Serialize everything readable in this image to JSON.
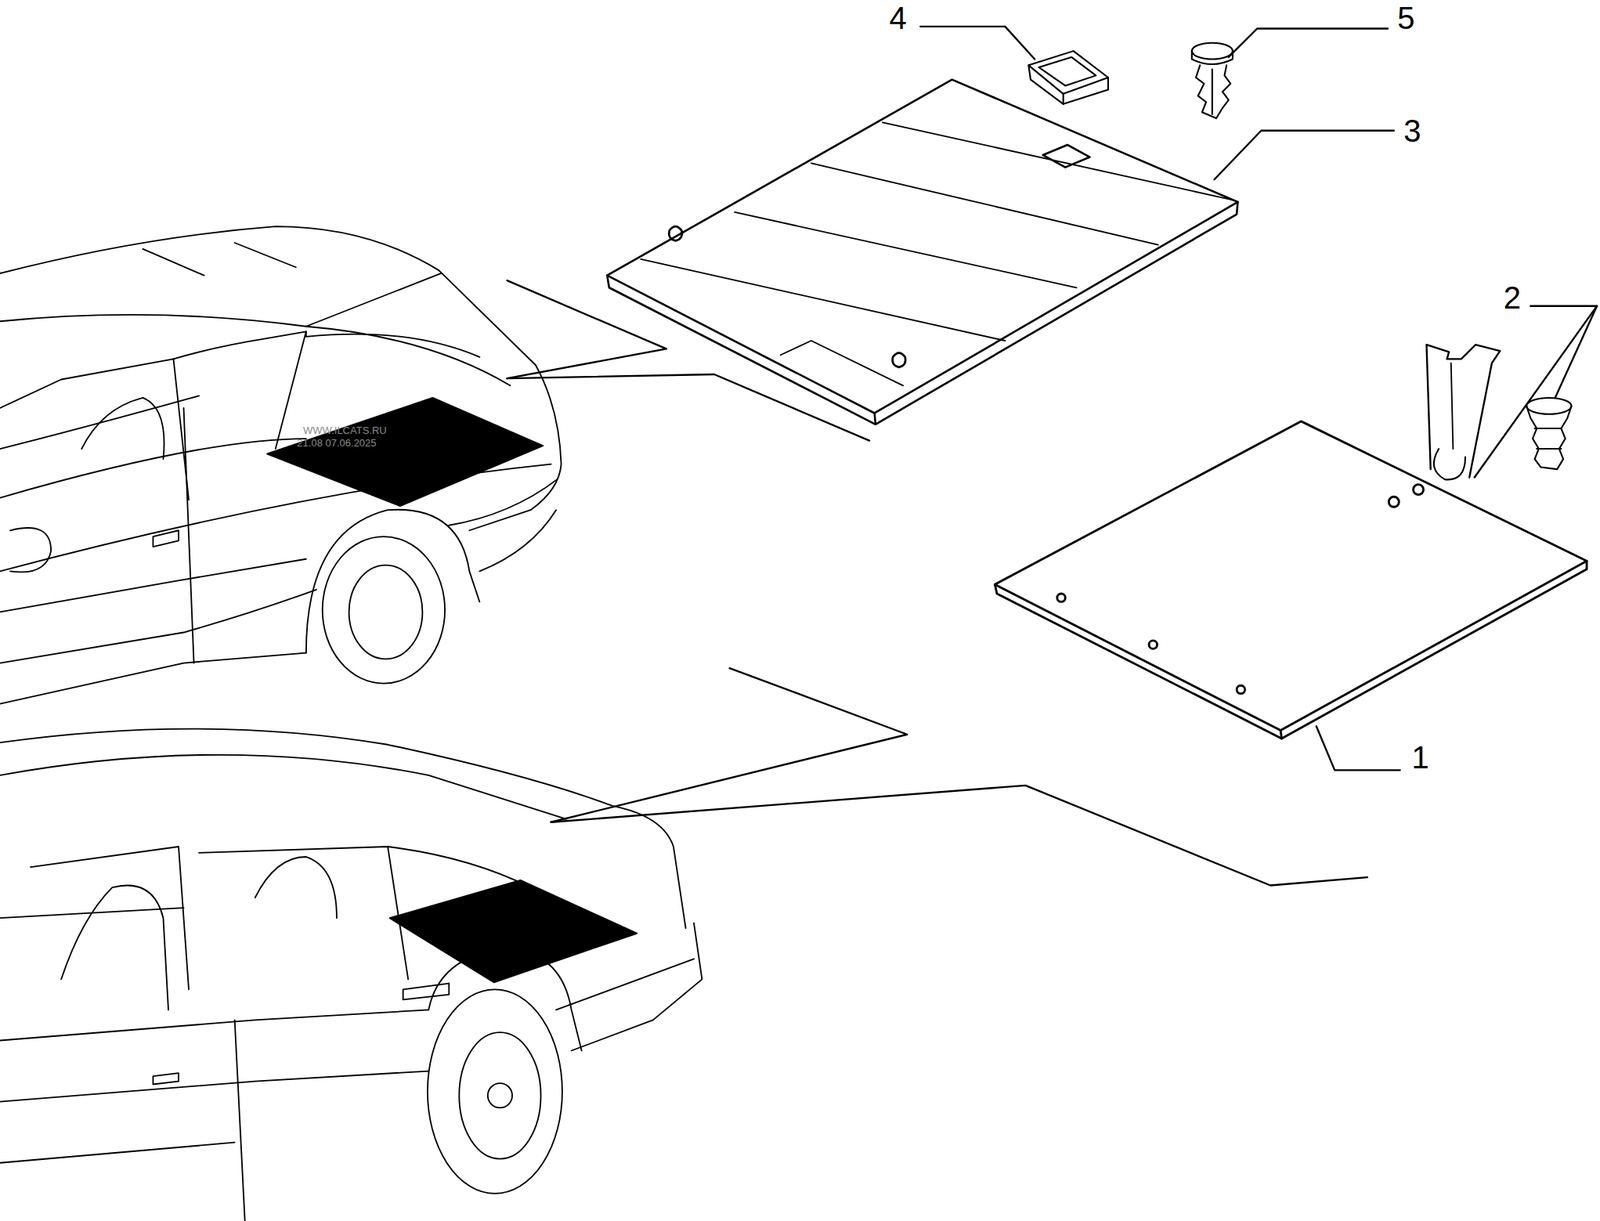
{
  "diagram": {
    "labels": [
      "4",
      "5",
      "3",
      "2",
      "1",
      "WWW.ILCATS.RU",
      "21.08 07.06.2025"
    ]
  }
}
